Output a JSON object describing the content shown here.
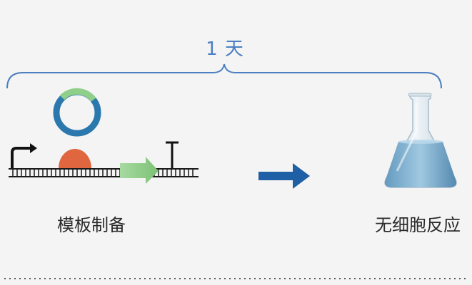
{
  "timeline": {
    "duration_label": "1 天"
  },
  "steps": [
    {
      "label": "模板制备"
    },
    {
      "label": "无细胞反应"
    }
  ],
  "colors": {
    "background": "#f4f4f4",
    "bracket": "#4c7fc1",
    "plasmid_blue": "#2a78ad",
    "plasmid_green": "#8fcf8a",
    "rna_polymerase": "#e0663f",
    "gene_arrow": "#8fcf8a",
    "process_arrow": "#1f5fa6",
    "liquid": "#7fb3d3",
    "text": "#2b2b2b"
  },
  "icons": {
    "plasmid": "plasmid-icon",
    "promoter": "promoter-arrow-icon",
    "polymerase": "polymerase-icon",
    "gene": "gene-arrow-icon",
    "terminator": "terminator-icon",
    "process_arrow": "right-arrow-icon",
    "flask": "erlenmeyer-flask-icon"
  }
}
